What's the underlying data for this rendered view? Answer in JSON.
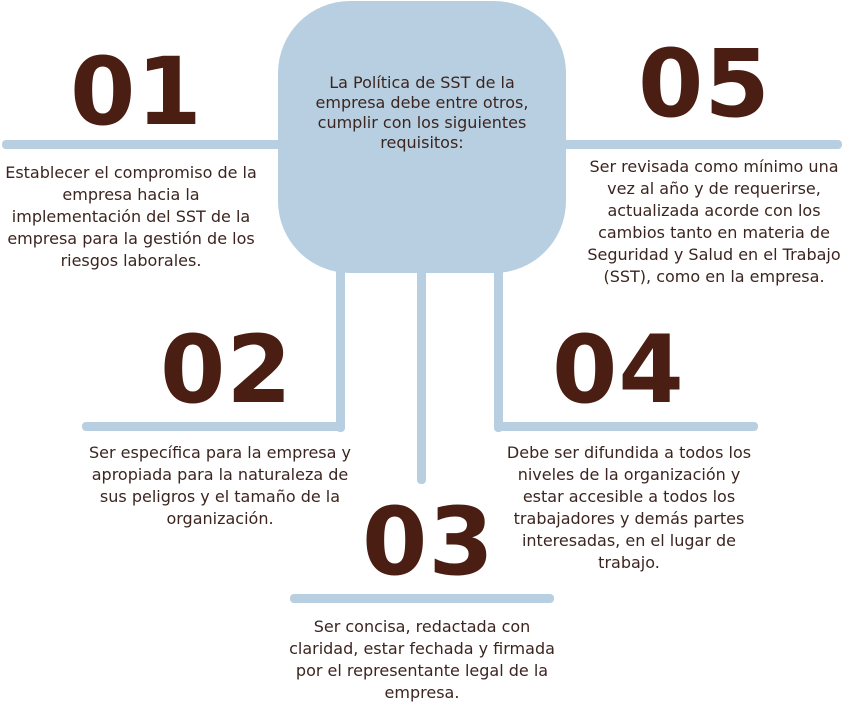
{
  "center": {
    "text": "La Política de SST de la empresa debe entre otros, cumplir con los siguientes requisitos:"
  },
  "items": [
    {
      "number": "01",
      "text": "Establecer el compromiso de la empresa hacia la implementación del SST de la empresa para la gestión de los riesgos laborales."
    },
    {
      "number": "02",
      "text": "Ser específica para la empresa y apropiada para la naturaleza de sus peligros y el tamaño de la organización."
    },
    {
      "number": "03",
      "text": "Ser concisa, redactada con claridad, estar fechada y firmada por el representante legal de la empresa."
    },
    {
      "number": "04",
      "text": "Debe ser difundida a todos los niveles de la organización y estar accesible a todos los trabajadores y demás partes interesadas, en el lugar de trabajo."
    },
    {
      "number": "05",
      "text": "Ser revisada como mínimo una vez al año y de requerirse, actualizada acorde con los cambios tanto en materia de Seguridad y Salud en el Trabajo (SST), como en la empresa."
    }
  ],
  "colors": {
    "connector": "#b7cfe0",
    "number": "#4a1e12",
    "text": "#3c2520"
  }
}
